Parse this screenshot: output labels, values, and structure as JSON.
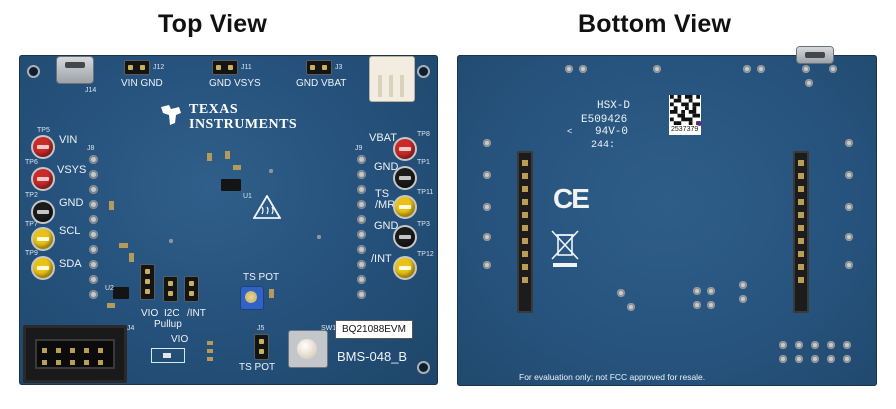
{
  "titles": {
    "top": "Top View",
    "bottom": "Bottom View"
  },
  "top_board": {
    "logo_text_line1": "TEXAS",
    "logo_text_line2": "INSTRUMENTS",
    "connectors": {
      "j14": "J14",
      "j12": "J12",
      "j11": "J11",
      "j3": "J3",
      "j4": "J4",
      "j5": "J5"
    },
    "jumper_labels": {
      "vin_gnd": "VIN GND",
      "gnd_vsys": "GND VSYS",
      "gnd_vbat": "GND VBAT"
    },
    "testpoints_left": [
      {
        "id": "TP5",
        "label": "VIN",
        "color": "#c92a2a"
      },
      {
        "id": "TP6",
        "label": "VSYS",
        "color": "#c92a2a"
      },
      {
        "id": "TP2",
        "label": "GND",
        "color": "#1b1b1b"
      },
      {
        "id": "TP7",
        "label": "SCL",
        "color": "#e9c215"
      },
      {
        "id": "TP9",
        "label": "SDA",
        "color": "#e9c215"
      }
    ],
    "testpoints_right": [
      {
        "id": "TP8",
        "label": "VBAT",
        "color": "#c92a2a"
      },
      {
        "id": "TP1",
        "label": "GND",
        "color": "#1b1b1b"
      },
      {
        "id": "TP11",
        "label": "TS\n/MR",
        "color": "#e9c215"
      },
      {
        "id": "TP3",
        "label": "GND",
        "color": "#1b1b1b"
      },
      {
        "id": "TP12",
        "label": "/INT",
        "color": "#e9c215"
      }
    ],
    "pullup_labels": {
      "vio": "VIO",
      "i2c": "I2C",
      "int": "/INT",
      "pullup": "Pullup"
    },
    "ts_pot_label": "TS POT",
    "ts_pot_jumper_label": "TS POT",
    "vio_label": "VIO",
    "part_number": "BQ21088EVM",
    "board_id": "BMS-048_B",
    "ref_j8": "J8",
    "ref_j9": "J9",
    "ref_u1": "U1",
    "ref_sw1": "SW1",
    "ref_u2": "U2"
  },
  "bottom_board": {
    "hsx": "HSX-D",
    "file_no": "E509426",
    "rating": "94V-0",
    "date_code": "244:",
    "qr_number": "2537379",
    "ce_mark": "CE",
    "footer": "For evaluation only; not FCC approved for resale."
  },
  "colors": {
    "pcb": "#24507a",
    "tp_red": "#c92a2a",
    "tp_black": "#1b1b1b",
    "tp_yellow": "#e9c215"
  }
}
